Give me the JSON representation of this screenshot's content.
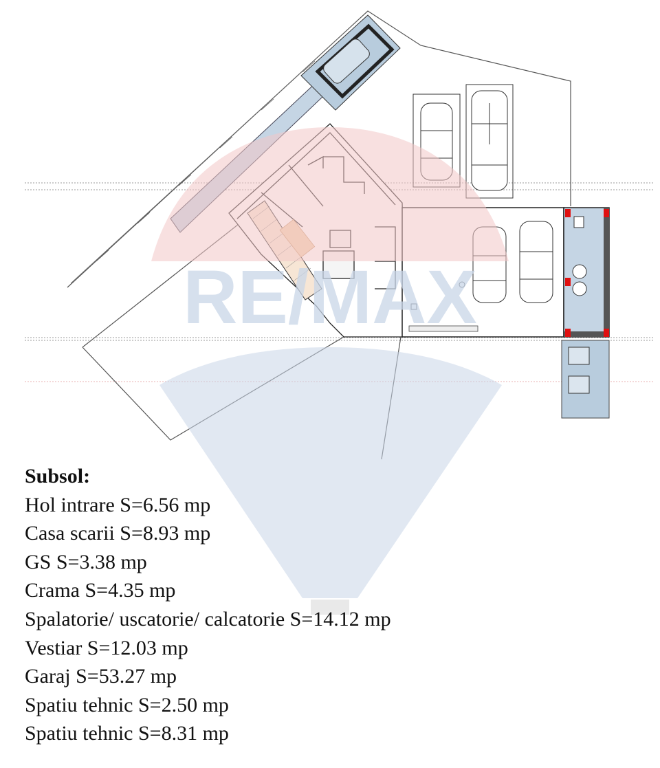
{
  "legend": {
    "title": "Subsol:",
    "items": [
      "Hol intrare S=6.56 mp",
      "Casa scarii S=8.93 mp",
      "GS S=3.38 mp",
      "Crama S=4.35 mp",
      "Spalatorie/ uscatorie/ calcatorie S=14.12 mp",
      "Vestiar S=12.03 mp",
      "Garaj S=53.27 mp",
      "Spatiu tehnic S=2.50 mp",
      "Spatiu tehnic S=8.31 mp"
    ]
  },
  "watermark": {
    "text": "RE/MAX",
    "colors": {
      "red": "#f2c6c6",
      "blue": "#c9d6e8"
    }
  },
  "colors": {
    "line": "#3a3a3a",
    "blue_fill": "#b8ccdd",
    "red_marker": "#e01010",
    "dashed": "#888888",
    "floor_tile": "#f0c8a0"
  }
}
